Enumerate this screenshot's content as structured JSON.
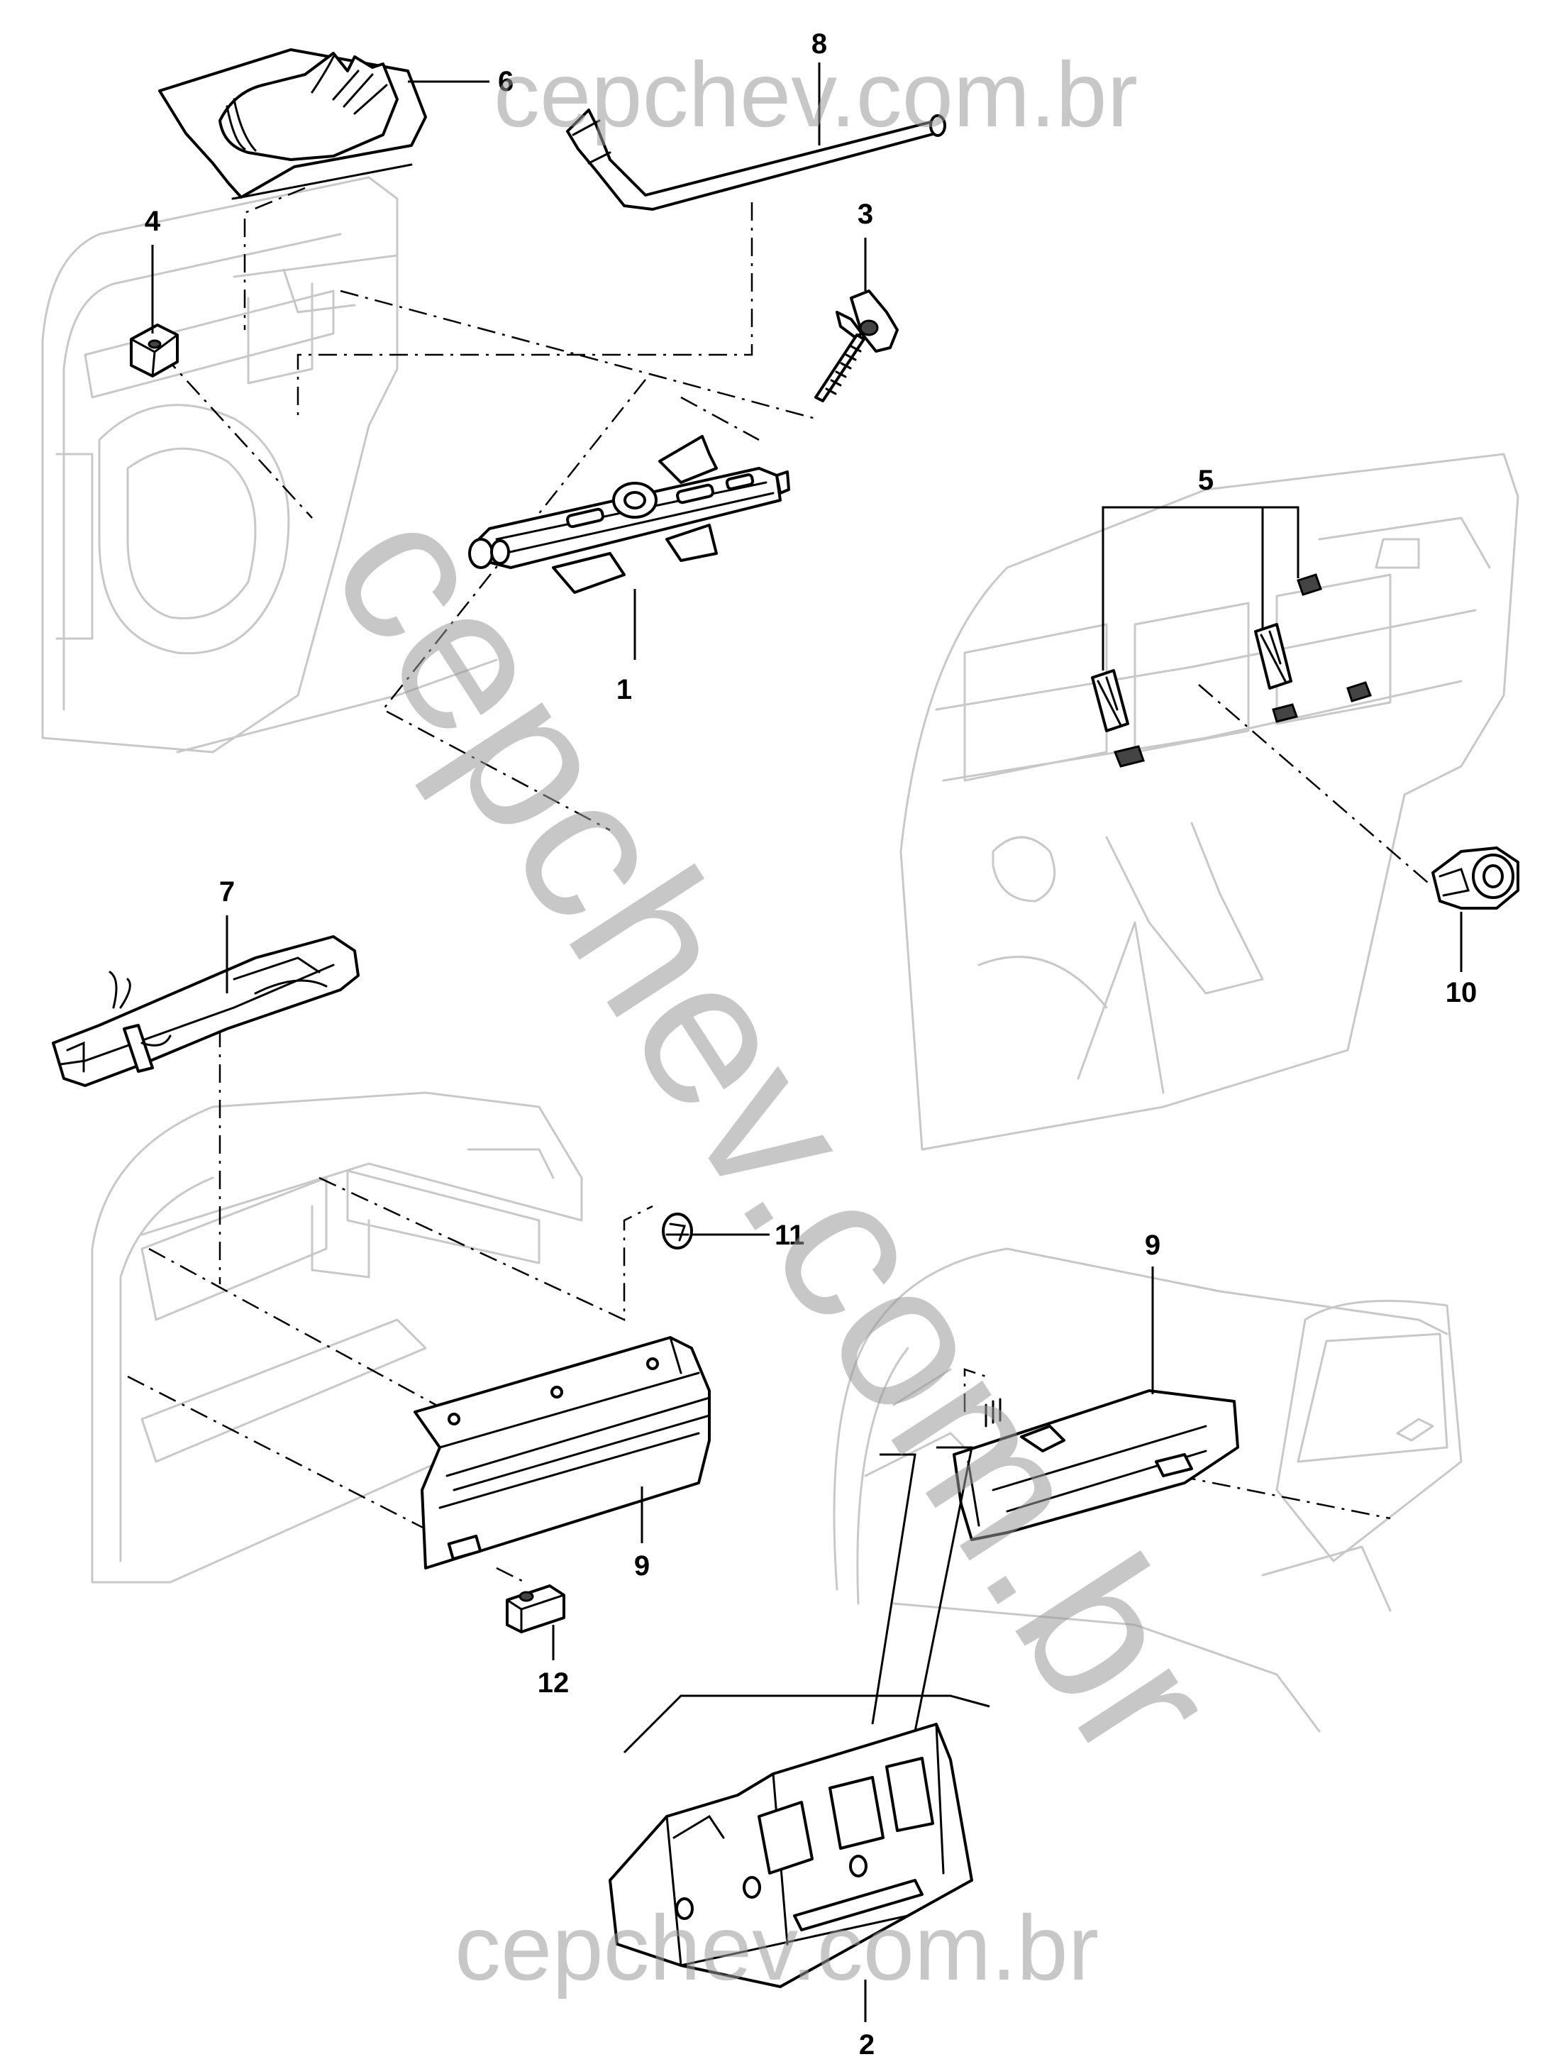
{
  "watermark": {
    "top": "cepchev.com.br",
    "diagonal": "cepchev.com.br",
    "bottom": "cepchev.com.br"
  },
  "callouts": {
    "c1": "1",
    "c2": "2",
    "c3": "3",
    "c4": "4",
    "c5": "5",
    "c6": "6",
    "c7": "7",
    "c8": "8",
    "c9a": "9",
    "c9b": "9",
    "c10": "10",
    "c11": "11",
    "c12": "12"
  }
}
